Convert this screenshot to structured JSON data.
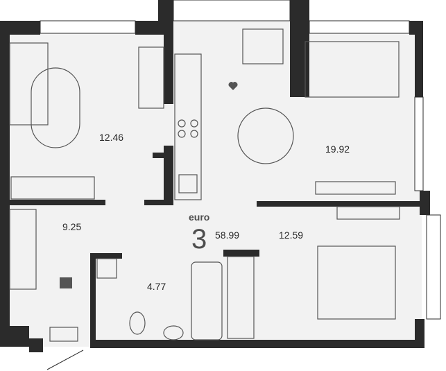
{
  "plan": {
    "euro_label": "euro",
    "rooms_count": "3",
    "total_area": "58.99",
    "rooms": [
      {
        "name": "bedroom-left",
        "area": "12.46"
      },
      {
        "name": "living-room",
        "area": "19.92"
      },
      {
        "name": "hallway",
        "area": "9.25"
      },
      {
        "name": "bathroom",
        "area": "4.77"
      },
      {
        "name": "bedroom-right",
        "area": "12.59"
      }
    ]
  },
  "colors": {
    "wall": "#2b2b2b",
    "floor": "#f2f2f2",
    "outside": "#ffffff",
    "furniture_stroke": "#555555"
  }
}
